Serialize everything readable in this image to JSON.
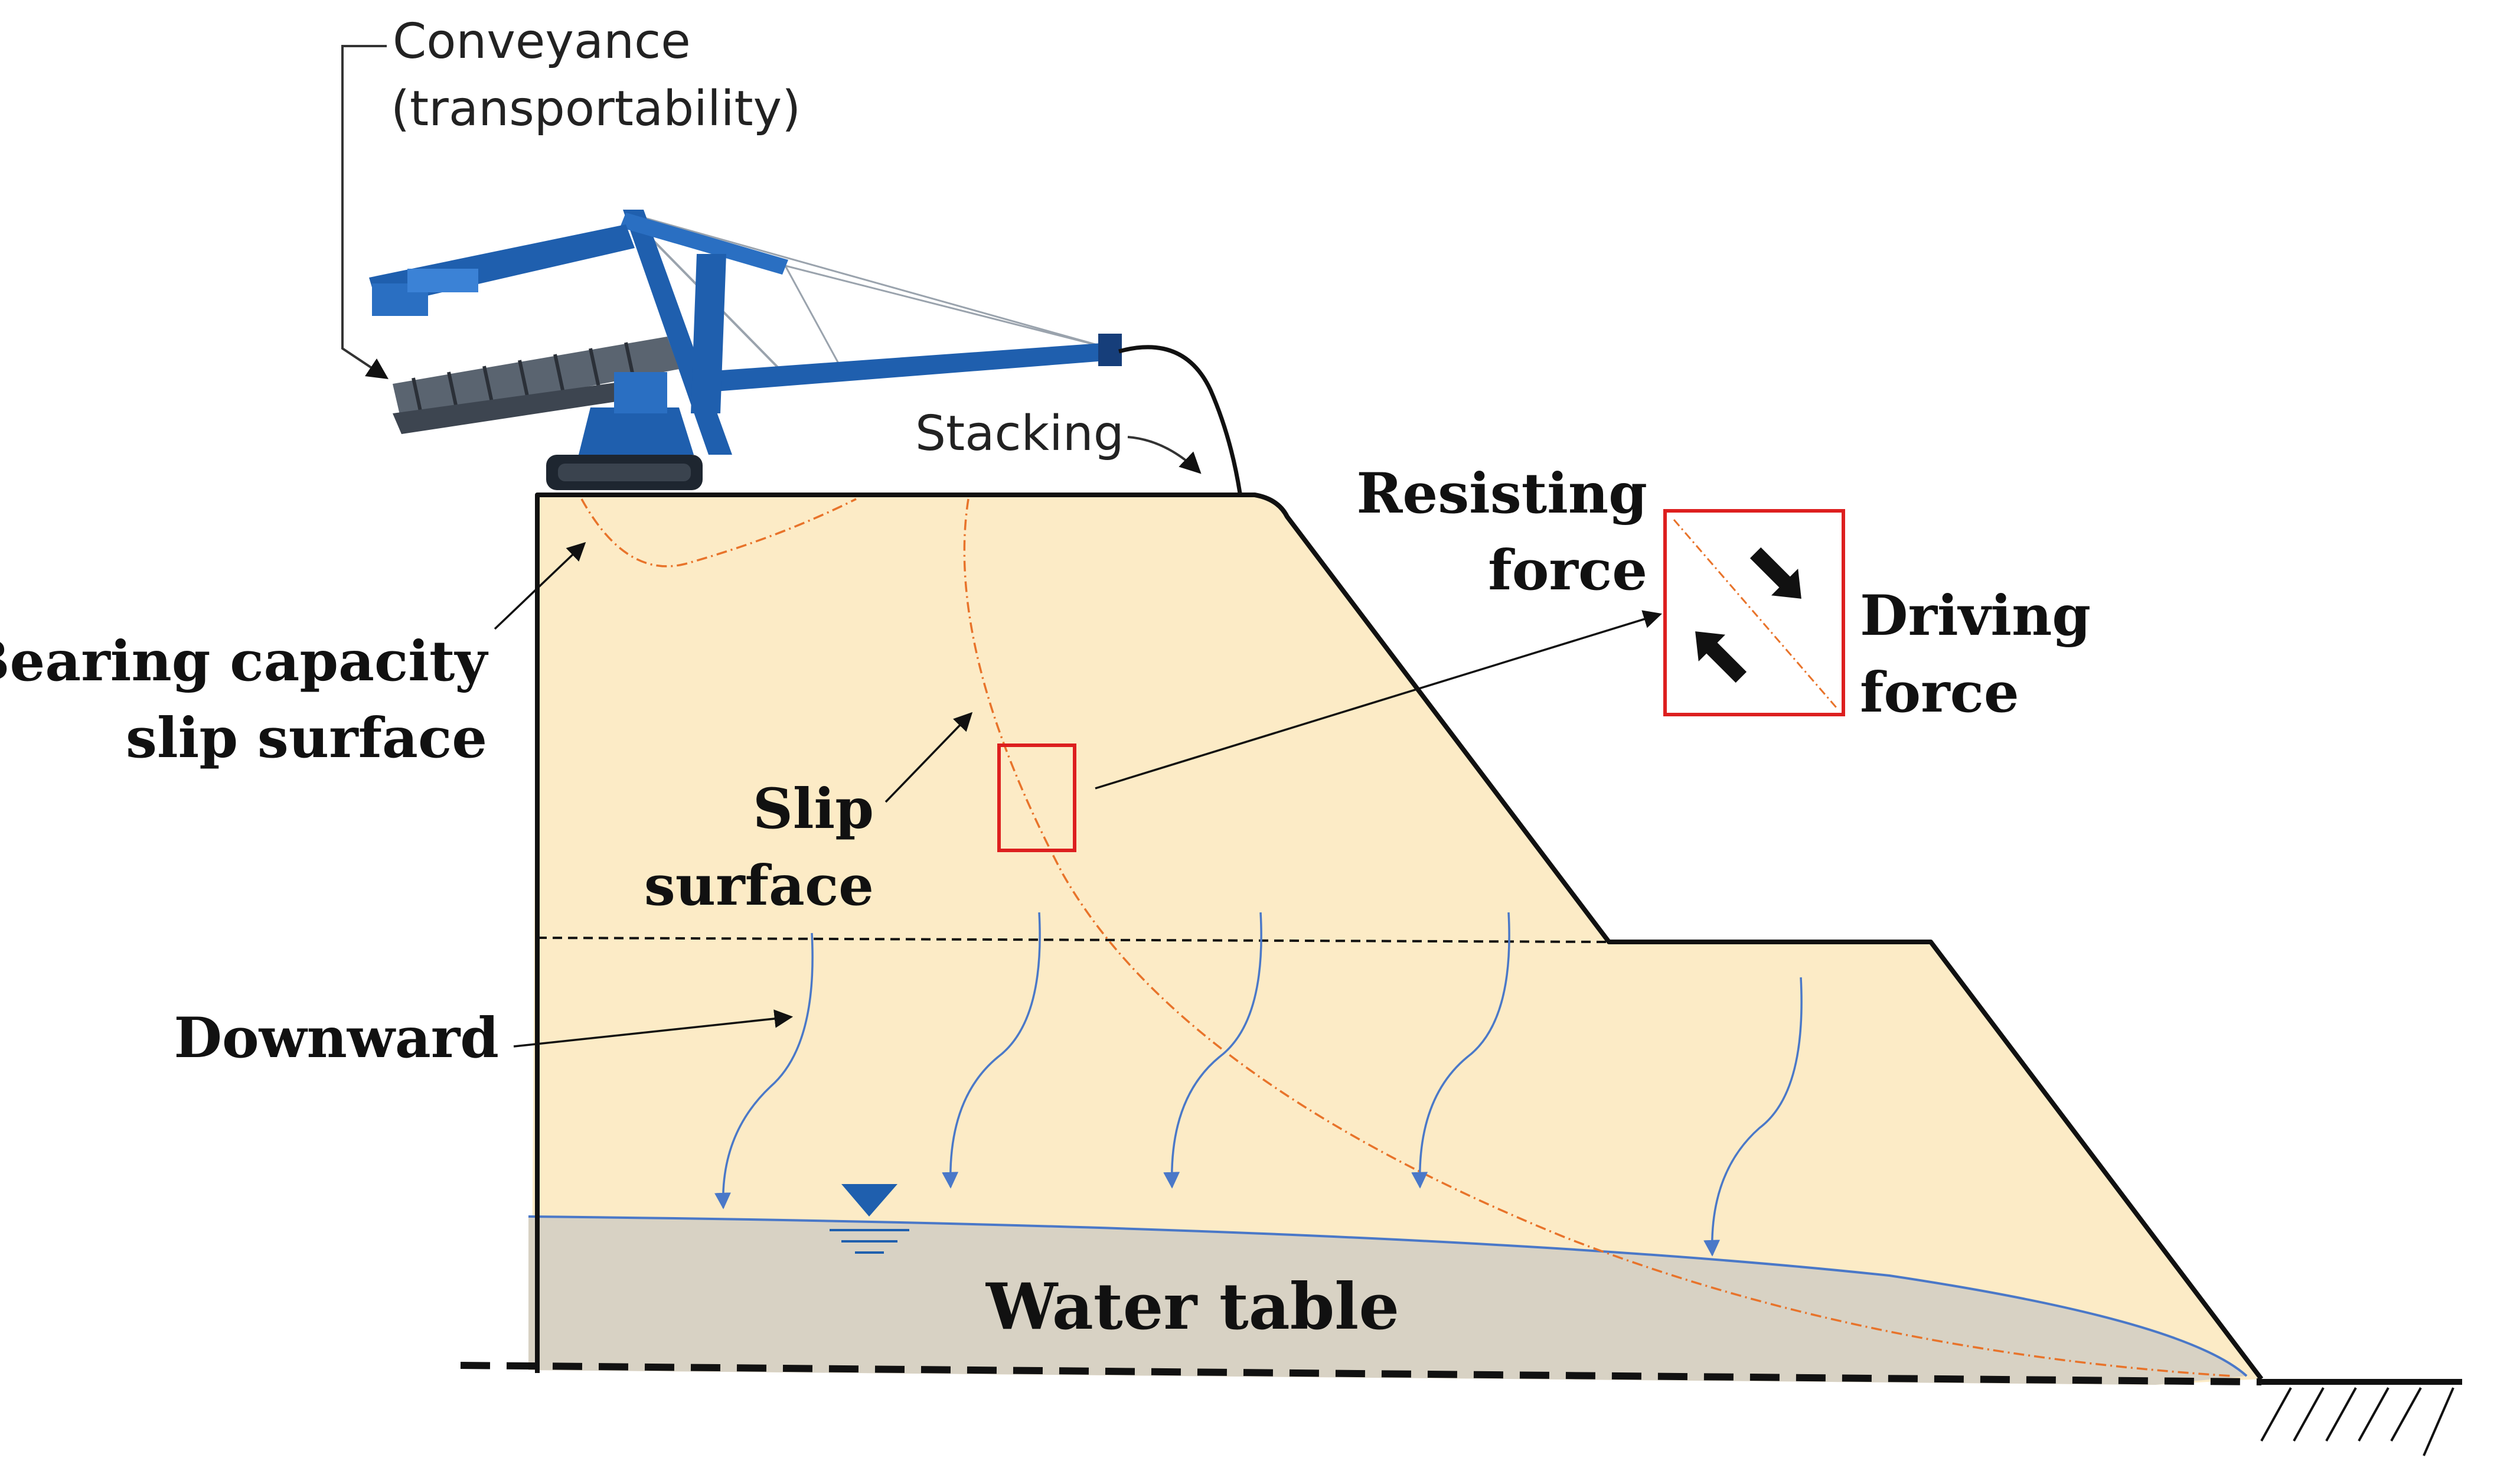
{
  "labels": {
    "conveyance_line1": "Conveyance",
    "conveyance_line2": "(transportability)",
    "stacking": "Stacking",
    "resisting_line1": "Resisting",
    "resisting_line2": "force",
    "driving_line1": "Driving",
    "driving_line2": "force",
    "bearing_line1": "Bearing capacity",
    "bearing_line2": "slip surface",
    "slip_line1": "Slip",
    "slip_line2": "surface",
    "downward": "Downward",
    "water_table": "Water table"
  },
  "colors": {
    "soil": "#fcebc6",
    "water": "#d8d2c4",
    "water_line": "#4a78c8",
    "slip_line": "#e8732a",
    "highlight_box": "#dd1f1f",
    "machine_blue": "#1f5fae",
    "outline": "#111111"
  },
  "icons": {
    "water_level": "inverted-triangle-water-level-icon",
    "ground": "hatched-ground-icon"
  }
}
